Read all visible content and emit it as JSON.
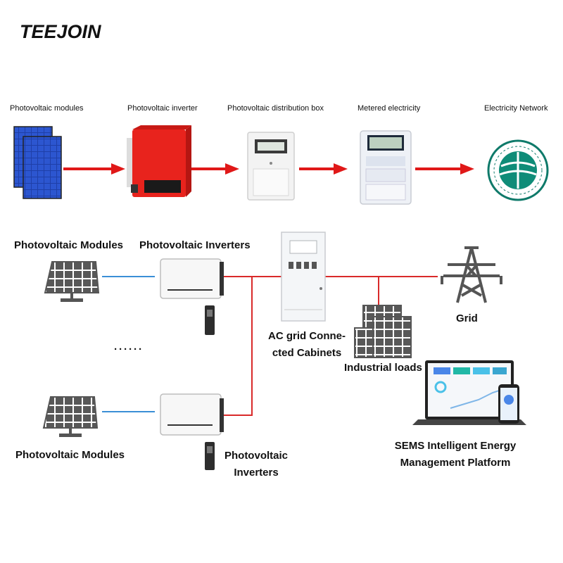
{
  "brand": {
    "name": "TEEJOIN"
  },
  "colors": {
    "arrow": "#e01818",
    "line_red": "#d92a2a",
    "line_blue": "#3b8fd6",
    "inverter_red": "#e8231d",
    "panel_blue": "#1f3fa8",
    "icon_gray": "#555555"
  },
  "flow_row": {
    "steps": [
      {
        "label": "Photovoltaic modules",
        "icon": "solar-panel-icon"
      },
      {
        "label": "Photovoltaic inverter",
        "icon": "red-inverter-icon"
      },
      {
        "label": "Photovoltaic distribution box",
        "icon": "distribution-box-icon"
      },
      {
        "label": "Metered electricity",
        "icon": "electricity-meter-icon"
      },
      {
        "label": "Electricity Network",
        "icon": "grid-company-logo-icon"
      }
    ]
  },
  "system": {
    "modules_top": "Photovoltaic Modules",
    "inverters_top": "Photovoltaic Inverters",
    "ellipsis": "······",
    "modules_bottom": "Photovoltaic Modules",
    "inverters_bottom_line1": "Photovoltaic",
    "inverters_bottom_line2": "Inverters",
    "cabinet_line1": "AC grid Conne-",
    "cabinet_line2": "cted Cabinets",
    "grid": "Grid",
    "industrial": "Industrial loads",
    "sems_line1": "SEMS Intelligent Energy",
    "sems_line2": "Management Platform"
  }
}
